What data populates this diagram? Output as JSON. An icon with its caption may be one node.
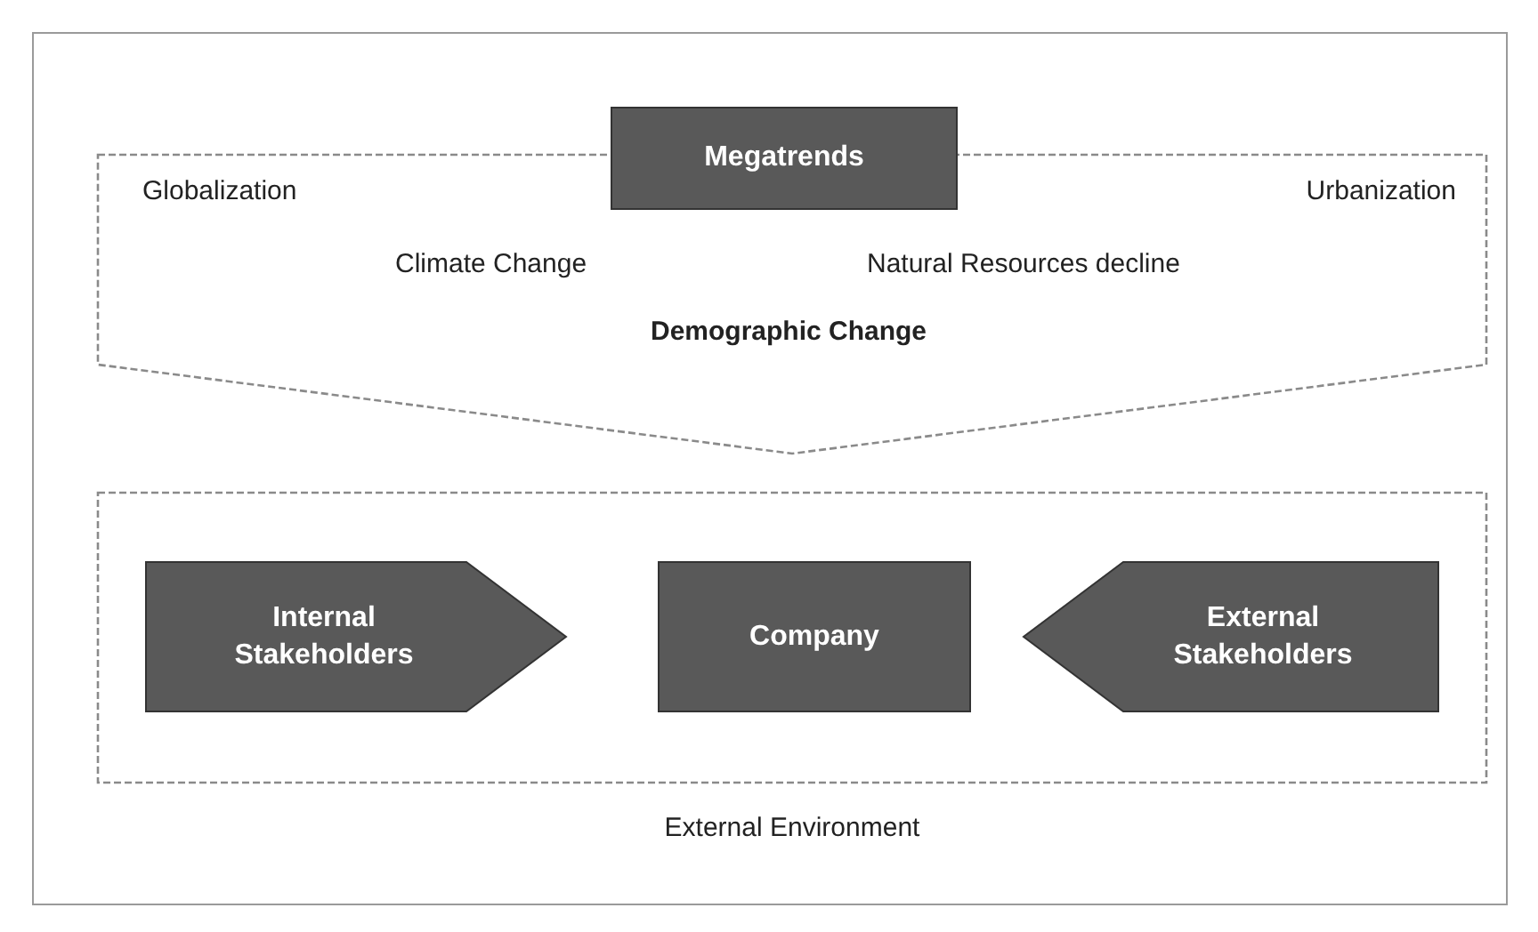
{
  "diagram": {
    "nodes": [
      {
        "text": [
          "Megatrends"
        ]
      },
      {
        "text": [
          "Globalization",
          "Urbanization",
          "Climate Change",
          "Natural Resources decline",
          "Demographic Change"
        ]
      },
      {
        "text": [
          "External Environment"
        ]
      },
      {
        "text": [
          "Internal Stakeholders"
        ],
        "in": 2
      },
      {
        "text": [
          "Company"
        ],
        "in": 2
      },
      {
        "text": [
          "External Stakeholders"
        ],
        "in": 2
      }
    ]
  }
}
